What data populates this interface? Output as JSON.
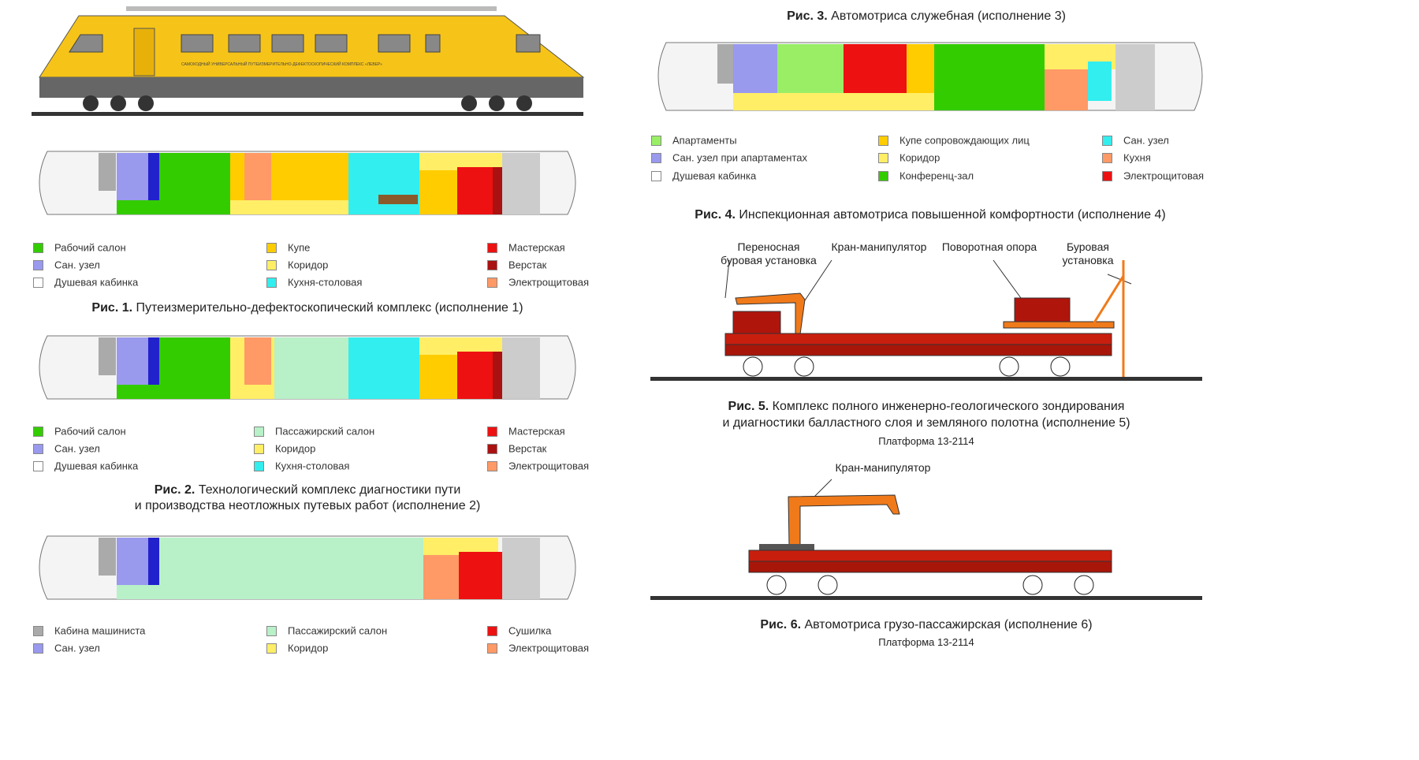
{
  "colors": {
    "green": "#33cc00",
    "light_green": "#99ee66",
    "violet": "#9999ee",
    "blue": "#2222cc",
    "yellow": "#ffee66",
    "gold": "#ffcc00",
    "cyan": "#33eeee",
    "pale_green": "#b8f0c8",
    "red": "#ee1111",
    "dark_red": "#aa1111",
    "salmon": "#ff9966",
    "grey": "#aaaaaa",
    "train_yellow": "#f6c419",
    "platform_red": "#c81e0e",
    "crane_orange": "#f07a1a"
  },
  "fig1": {
    "caption_bold": "Рис. 1.",
    "caption": "Путеизмерительно-дефектоскопический комплекс (исполнение 1)",
    "legend": [
      {
        "label": "Рабочий салон",
        "color": "#33cc00"
      },
      {
        "label": "Сан. узел",
        "color": "#9999ee"
      },
      {
        "label": "Душевая кабинка",
        "color": "#ffffff"
      },
      {
        "label": "Купе",
        "color": "#ffcc00"
      },
      {
        "label": "Коридор",
        "color": "#ffee66"
      },
      {
        "label": "Кухня-столовая",
        "color": "#33eeee"
      },
      {
        "label": "Мастерская",
        "color": "#ee1111"
      },
      {
        "label": "Верстак",
        "color": "#aa1111"
      },
      {
        "label": "Электрощитовая",
        "color": "#ff9966"
      }
    ]
  },
  "fig2": {
    "caption_bold": "Рис. 2.",
    "caption_line1": "Технологический комплекс диагностики пути",
    "caption_line2": "и производства неотложных путевых работ (исполнение 2)",
    "legend": [
      {
        "label": "Рабочий салон",
        "color": "#33cc00"
      },
      {
        "label": "Сан. узел",
        "color": "#9999ee"
      },
      {
        "label": "Душевая кабинка",
        "color": "#ffffff"
      },
      {
        "label": "Пассажирский салон",
        "color": "#b8f0c8"
      },
      {
        "label": "Коридор",
        "color": "#ffee66"
      },
      {
        "label": "Кухня-столовая",
        "color": "#33eeee"
      },
      {
        "label": "Мастерская",
        "color": "#ee1111"
      },
      {
        "label": "Верстак",
        "color": "#aa1111"
      },
      {
        "label": "Электрощитовая",
        "color": "#ff9966"
      }
    ]
  },
  "fig3": {
    "caption_bold": "Рис. 3.",
    "caption": "Автомотриса служебная  (исполнение 3)",
    "legend": [
      {
        "label": "Кабина машиниста",
        "color": "#aaaaaa"
      },
      {
        "label": "Сан. узел",
        "color": "#9999ee"
      },
      {
        "label": "Пассажирский салон",
        "color": "#b8f0c8"
      },
      {
        "label": "Коридор",
        "color": "#ffee66"
      },
      {
        "label": "Сушилка",
        "color": "#ee1111"
      },
      {
        "label": "Электрощитовая",
        "color": "#ff9966"
      }
    ]
  },
  "fig4": {
    "caption_bold": "Рис. 4.",
    "caption": "Инспекционная автомотриса повышенной комфортности  (исполнение 4)",
    "legend": [
      {
        "label": "Апартаменты",
        "color": "#99ee66"
      },
      {
        "label": "Сан. узел при апартаментах",
        "color": "#9999ee"
      },
      {
        "label": "Душевая кабинка",
        "color": "#ffffff"
      },
      {
        "label": "Купе сопровождающих лиц",
        "color": "#ffcc00"
      },
      {
        "label": "Коридор",
        "color": "#ffee66"
      },
      {
        "label": "Конференц-зал",
        "color": "#33cc00"
      },
      {
        "label": "Сан. узел",
        "color": "#33eeee"
      },
      {
        "label": "Кухня",
        "color": "#ff9966"
      },
      {
        "label": "Электрощитовая",
        "color": "#ee1111"
      }
    ]
  },
  "fig5": {
    "caption_bold": "Рис. 5.",
    "caption_line1": "Комплекс полного инженерно-геологического зондирования",
    "caption_line2": "и диагностики балластного слоя и земляного полотна  (исполнение 5)",
    "platform": "Платформа 13-2114",
    "labels": {
      "portable_rig_1": "Переносная",
      "portable_rig_2": "буровая установка",
      "crane": "Кран-манипулятор",
      "rotary": "Поворотная опора",
      "drill_1": "Буровая",
      "drill_2": "установка"
    }
  },
  "fig6": {
    "caption_bold": "Рис. 6.",
    "caption": "Автомотриса грузо-пассажирская   (исполнение 6)",
    "platform": "Платформа 13-2114",
    "crane": "Кран-манипулятор"
  },
  "train_side_text": "САМОХОДНЫЙ УНИВЕРСАЛЬНЫЙ ПУТЕИЗМЕРИТЕЛЬНО-ДЕФЕКТОСКОПИЧЕСКИЙ КОМПЛЕКС «ЛЕВЕР»"
}
